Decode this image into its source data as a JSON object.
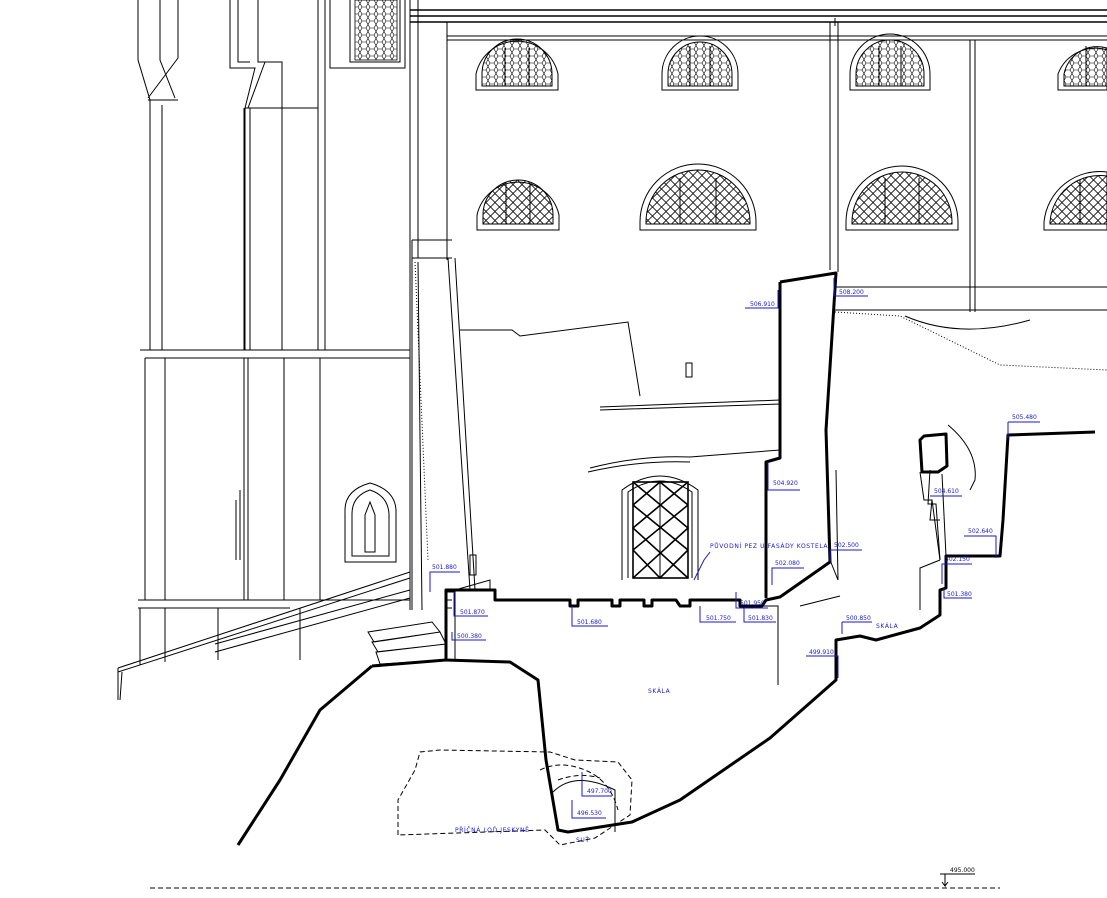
{
  "labels": {
    "rock_main": "SKÁLA",
    "rock_right": "SKÁLA",
    "cave_nave": "PŘÍČNÁ LOĎ JESKYNĚ",
    "debris": "SUŤ",
    "section_note": "PŮVODNÍ PEZ U FASÁDY KOSTELA"
  },
  "levels": {
    "l_506_910": "506.910",
    "l_508_200": "508.200",
    "l_505_480": "505.480",
    "l_504_920": "504.920",
    "l_504_610": "504.610",
    "l_502_640": "502.640",
    "l_502_500": "502.500",
    "l_502_150": "502.150",
    "l_502_080": "502.080",
    "l_501_880": "501.880",
    "l_501_870": "501.870",
    "l_501_680": "501.680",
    "l_501_950": "501.950",
    "l_501_750": "501.750",
    "l_501_830": "501.830",
    "l_501_380": "501.380",
    "l_500_380": "500.380",
    "l_500_850": "500.850",
    "l_499_910": "499.910",
    "l_497_700": "497.700",
    "l_496_530": "496.530",
    "l_495_000": "495.000"
  },
  "colors": {
    "line": "#000000",
    "level_marks": "#1a1acc",
    "background": "#ffffff"
  }
}
